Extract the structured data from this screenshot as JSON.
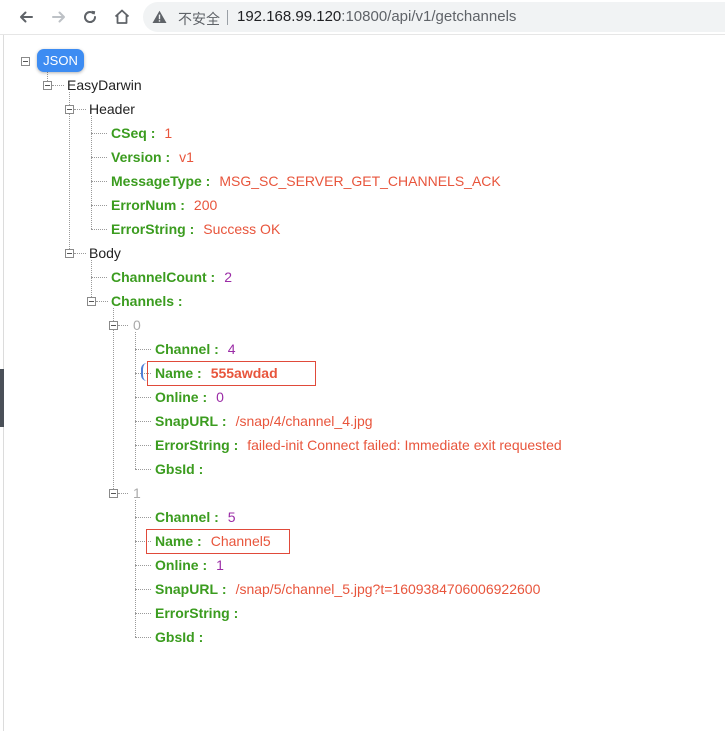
{
  "browser": {
    "security_label": "不安全",
    "url_host": "192.168.99.120",
    "url_rest": ":10800/api/v1/getchannels"
  },
  "tree": {
    "root_label": "JSON",
    "easydarwin": "EasyDarwin",
    "header": {
      "label": "Header",
      "cseq_key": "CSeq",
      "cseq_val": "1",
      "version_key": "Version",
      "version_val": "v1",
      "msgtype_key": "MessageType",
      "msgtype_val": "MSG_SC_SERVER_GET_CHANNELS_ACK",
      "errnum_key": "ErrorNum",
      "errnum_val": "200",
      "errstr_key": "ErrorString",
      "errstr_val": "Success OK"
    },
    "body": {
      "label": "Body",
      "chcount_key": "ChannelCount",
      "chcount_val": "2",
      "channels_key": "Channels",
      "items": [
        {
          "index": "0",
          "channel_key": "Channel",
          "channel_val": "4",
          "name_key": "Name",
          "name_val": "555awdad",
          "online_key": "Online",
          "online_val": "0",
          "snap_key": "SnapURL",
          "snap_val": "/snap/4/channel_4.jpg",
          "err_key": "ErrorString",
          "err_val": "failed-init Connect failed: Immediate exit requested",
          "gbs_key": "GbsId"
        },
        {
          "index": "1",
          "channel_key": "Channel",
          "channel_val": "5",
          "name_key": "Name",
          "name_val": "Channel5",
          "online_key": "Online",
          "online_val": "1",
          "snap_key": "SnapURL",
          "snap_val": "/snap/5/channel_5.jpg?t=1609384706006922600",
          "err_key": "ErrorString",
          "gbs_key": "GbsId"
        }
      ]
    },
    "colon": ":"
  },
  "colors": {
    "key": "#3b9c1f",
    "string": "#e8553c",
    "number": "#9b2ca6",
    "badge": "#3d8cf2",
    "highlight": "#e04a3a"
  }
}
